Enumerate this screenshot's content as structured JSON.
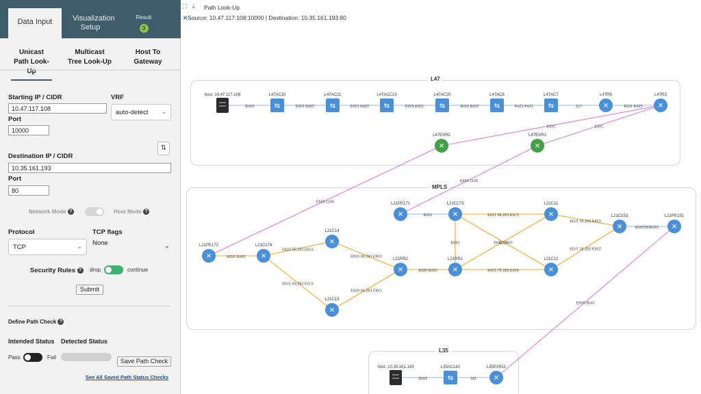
{
  "tabs": {
    "data_input": "Data Input",
    "visualization": "Visualization Setup",
    "result": "Result",
    "result_count": "3"
  },
  "subtabs": {
    "unicast": "Unicast Path Look-Up",
    "multicast": "Multicast Tree Look-Up",
    "host": "Host To Gateway"
  },
  "form": {
    "start_label": "Starting IP / CIDR",
    "start_value": "10.47.117.108",
    "vrf_label": "VRF",
    "vrf_value": "auto-detect",
    "port_label": "Port",
    "start_port": "10000",
    "dest_label": "Destination IP / CIDR",
    "dest_value": "10.35.161.193",
    "dest_port_label": "Port",
    "dest_port": "80",
    "network_mode": "Network Mode",
    "host_mode": "Host Mode",
    "protocol_label": "Protocol",
    "protocol_value": "TCP",
    "tcp_flags_label": "TCP flags",
    "tcp_flags_value": "None",
    "security_label": "Security Rules",
    "drop": "drop",
    "continue": "continue",
    "submit": "Submit",
    "define_path_check": "Define Path Check",
    "intended_status": "Intended Status",
    "detected_status": "Detected Status",
    "pass": "Pass",
    "fail": "Fail",
    "save_path_check": "Save Path Check",
    "see_all": "See All Saved Path Status Checks"
  },
  "header": {
    "title": "Path Look-Up",
    "source_line": "Source: 10.47.117.108:10000 | Destination: 10.35.161.193:80"
  },
  "groups": {
    "l47": "L47",
    "mpls": "MPLS",
    "l35": "L35"
  },
  "colors": {
    "tab_bar": "#3f5c6b",
    "router_blue": "#4a90d9",
    "router_green": "#43a047",
    "path_orange": "#f5a623",
    "path_magenta": "#e07be0",
    "toggle_green": "#3cb371"
  },
  "nodes": [
    {
      "id": "host1",
      "label": "host: 10.47.117.108",
      "kind": "host"
    },
    {
      "id": "L47AC10",
      "label": "L47AC10",
      "kind": "switch"
    },
    {
      "id": "L47AC21",
      "label": "L47AC21",
      "kind": "switch"
    },
    {
      "id": "L47ACC19",
      "label": "L47ACC19",
      "kind": "switch"
    },
    {
      "id": "L47AC20",
      "label": "L47AC20",
      "kind": "switch"
    },
    {
      "id": "L47AC8",
      "label": "L47AC8",
      "kind": "switch"
    },
    {
      "id": "L47AC7",
      "label": "L47AC7",
      "kind": "switch"
    },
    {
      "id": "L47R5",
      "label": "L47R5",
      "kind": "router"
    },
    {
      "id": "L47R3",
      "label": "L47R3",
      "kind": "router"
    },
    {
      "id": "L47EXR2",
      "label": "L47EXR2",
      "kind": "router-green"
    },
    {
      "id": "L47EXR1",
      "label": "L47EXR1",
      "kind": "router-green"
    },
    {
      "id": "L21PE171",
      "label": "L21PE171",
      "kind": "router"
    },
    {
      "id": "L21C173",
      "label": "L21C173",
      "kind": "router"
    },
    {
      "id": "L21C11",
      "label": "L21C11",
      "kind": "router"
    },
    {
      "id": "L21C153",
      "label": "L21C153",
      "kind": "router"
    },
    {
      "id": "L21PE151",
      "label": "L21PE151",
      "kind": "router"
    },
    {
      "id": "L21PE172",
      "label": "L21PE172",
      "kind": "router"
    },
    {
      "id": "L21C174",
      "label": "L21C174",
      "kind": "router"
    },
    {
      "id": "L21C14",
      "label": "L21C14",
      "kind": "router"
    },
    {
      "id": "L21RR2",
      "label": "L21RR2",
      "kind": "router"
    },
    {
      "id": "L21RR1",
      "label": "L21RR1",
      "kind": "router"
    },
    {
      "id": "L21C12",
      "label": "L21C12",
      "kind": "router"
    },
    {
      "id": "L21C13",
      "label": "L21C13",
      "kind": "router"
    },
    {
      "id": "host2",
      "label": "host: 10.35.161.193",
      "kind": "host"
    },
    {
      "id": "L35AC162",
      "label": "L35AC162",
      "kind": "switch"
    },
    {
      "id": "L35EXR11",
      "label": "L35EXR11",
      "kind": "router"
    }
  ],
  "edges": [
    {
      "from": "host1",
      "to": "L47AC10",
      "label": "Et0/0",
      "color": "blue"
    },
    {
      "from": "L47AC10",
      "to": "L47AC21",
      "label": "Et0/2 Et0/2",
      "color": "blue"
    },
    {
      "from": "L47AC21",
      "to": "L47ACC19",
      "label": "Et0/1 Et0/2",
      "color": "blue"
    },
    {
      "from": "L47ACC19",
      "to": "L47AC20",
      "label": "Et0/3 Et0/1",
      "color": "blue"
    },
    {
      "from": "L47AC20",
      "to": "L47AC8",
      "label": "Et0/2 Et0/2",
      "color": "blue"
    },
    {
      "from": "L47AC8",
      "to": "L47AC7",
      "label": "Po21 Po21",
      "color": "blue"
    },
    {
      "from": "L47AC7",
      "to": "L47R5",
      "label": "117",
      "color": "blue"
    },
    {
      "from": "L47R5",
      "to": "L47R3",
      "label": "Et0/1 Et0/3",
      "color": "blue"
    },
    {
      "from": "L47R3",
      "to": "L47EXR2",
      "label": "Et0/1",
      "color": "magenta"
    },
    {
      "from": "L47R3",
      "to": "L47EXR1",
      "label": "Et0/1",
      "color": "magenta"
    },
    {
      "from": "L47EXR2",
      "to": "L21PE172",
      "label": "Et0/0.1134",
      "color": "magenta"
    },
    {
      "from": "L47EXR1",
      "to": "L21PE171",
      "label": "Et0/0.1133",
      "color": "magenta"
    },
    {
      "from": "L21PE171",
      "to": "L21C173",
      "label": "Et0/1",
      "color": "blue"
    },
    {
      "from": "L21C173",
      "to": "L21C11",
      "label": "Et0/1 58,283 Et1/3",
      "color": "orange"
    },
    {
      "from": "L21C11",
      "to": "L21C153",
      "label": "Et1/1 16,283 Et0/1",
      "color": "orange"
    },
    {
      "from": "L21C153",
      "to": "L21PE151",
      "label": "Et0/0283Et0/1",
      "color": "blue"
    },
    {
      "from": "L21PE172",
      "to": "L21C174",
      "label": "Et0/1 Et0/0",
      "color": "orange"
    },
    {
      "from": "L21C174",
      "to": "L21C14",
      "label": "Et0/2 56,283 Et1/3",
      "color": "orange"
    },
    {
      "from": "L21C174",
      "to": "L21C13",
      "label": "Et0/1 66,283 Et1/3",
      "color": "orange"
    },
    {
      "from": "L21C14",
      "to": "L21RR2",
      "label": "Et0/0 68,283 Et0/3",
      "color": "orange"
    },
    {
      "from": "L21C13",
      "to": "L21RR2",
      "label": "Et0/0 66,283 Et0/1",
      "color": "orange"
    },
    {
      "from": "L21RR2",
      "to": "L21RR1",
      "label": "Et0/0 Et0/0",
      "color": "orange"
    },
    {
      "from": "L21C173",
      "to": "L21RR1",
      "label": "Et0/2",
      "color": "orange"
    },
    {
      "from": "L21RR1",
      "to": "L21C11",
      "label": "Et0/2 Et0/0",
      "color": "orange"
    },
    {
      "from": "L21RR1",
      "to": "L21C12",
      "label": "Et0/2 79,283 Et0/0",
      "color": "orange"
    },
    {
      "from": "L21C173",
      "to": "L21C12",
      "label": "Et1/3",
      "color": "orange"
    },
    {
      "from": "L21C12",
      "to": "L21C153",
      "label": "Et1/1 16,283 Et0/2",
      "color": "orange"
    },
    {
      "from": "L21PE151",
      "to": "L35EXR11",
      "label": "Et0/0.3643",
      "color": "magenta"
    },
    {
      "from": "L35EXR11",
      "to": "L35AC162",
      "label": "161",
      "color": "blue"
    },
    {
      "from": "L35AC162",
      "to": "host2",
      "label": "Et0/2",
      "color": "blue"
    }
  ]
}
